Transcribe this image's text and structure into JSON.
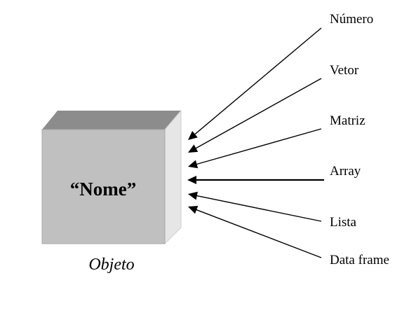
{
  "object_box": {
    "name": "“Nome”",
    "caption": "Objeto"
  },
  "data_types": [
    {
      "label": "Número"
    },
    {
      "label": "Vetor"
    },
    {
      "label": "Matriz"
    },
    {
      "label": "Array"
    },
    {
      "label": "Lista"
    },
    {
      "label": "Data frame"
    }
  ],
  "colors": {
    "cube_front": "#c0c0c0",
    "cube_top": "#8c8c8c",
    "cube_side": "#e6e6e6",
    "arrows": "#000000"
  }
}
